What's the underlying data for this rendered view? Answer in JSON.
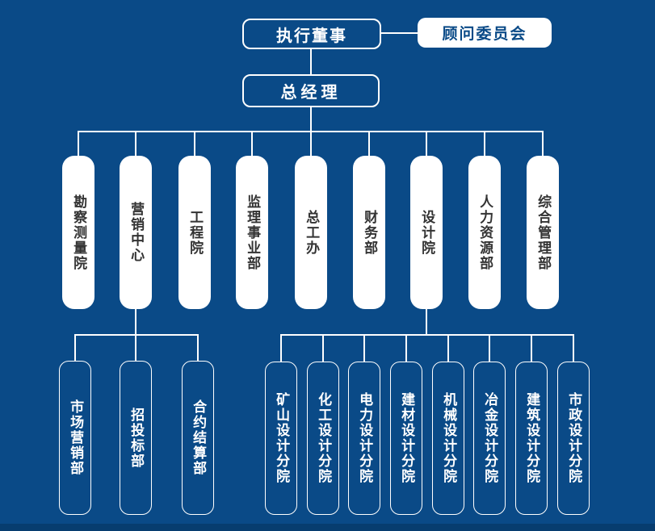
{
  "colors": {
    "background": "#0a4a87",
    "footer_strip": "#073d6f",
    "connector": "#ffffff",
    "node_fill_white": "#ffffff",
    "node_text_dark": "#333333",
    "node_text_blue": "#0a4a87",
    "node_text_white": "#ffffff"
  },
  "org": {
    "executive_director": "执行董事",
    "advisory_committee": "顾问委员会",
    "general_manager": "总经理",
    "departments": [
      "勘察测量院",
      "营销中心",
      "工程院",
      "监理事业部",
      "总工办",
      "财务部",
      "设计院",
      "人力资源部",
      "综合管理部"
    ],
    "marketing_sub": [
      "市场营销部",
      "招投标部",
      "合约结算部"
    ],
    "design_sub": [
      "矿山设计分院",
      "化工设计分院",
      "电力设计分院",
      "建材设计分院",
      "机械设计分院",
      "冶金设计分院",
      "建筑设计分院",
      "市政设计分院"
    ]
  }
}
